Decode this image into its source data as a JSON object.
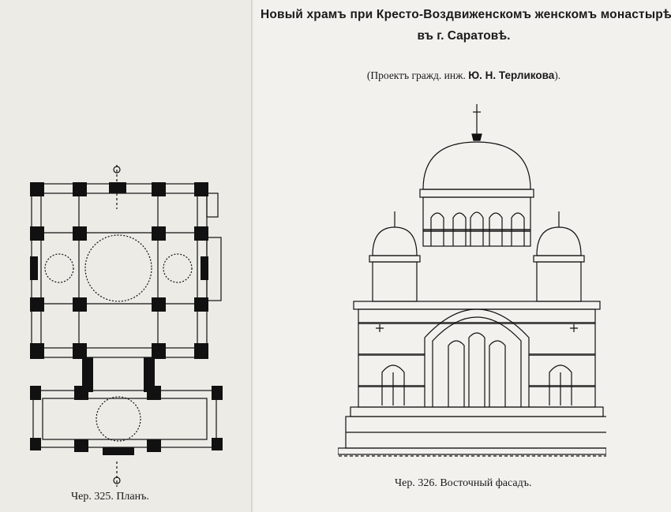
{
  "heading": {
    "line1": "Новый храмъ при Кресто-Воздвиженскомъ женскомъ монастырѣ",
    "line2": "въ г. Саратовѣ."
  },
  "author": {
    "prefix": "(Проектъ гражд. инж.",
    "name": "Ю. Н. Терликова",
    "suffix": ")."
  },
  "figures": {
    "plan_caption": "Чер. 325. Планъ.",
    "facade_caption": "Чер. 326. Восточный фасадъ."
  }
}
